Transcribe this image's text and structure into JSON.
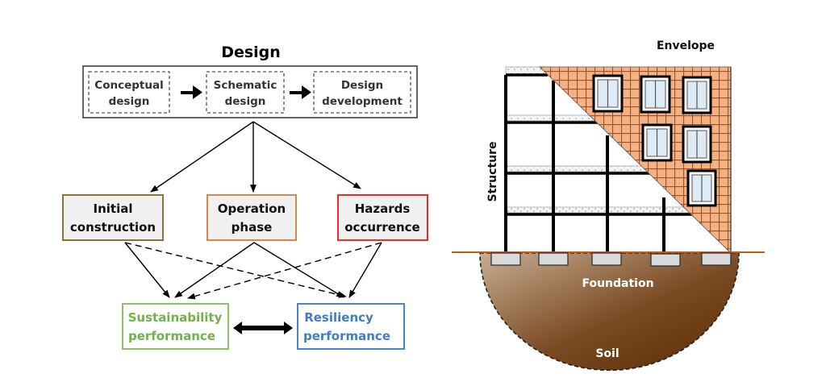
{
  "left_panel": {
    "title": "Design",
    "design_stages": [
      {
        "line1": "Conceptual",
        "line2": "design"
      },
      {
        "line1": "Schematic",
        "line2": "design"
      },
      {
        "line1": "Design",
        "line2": "development"
      }
    ],
    "phases": [
      {
        "line1": "Initial",
        "line2": "construction",
        "border_color": "#8B7530"
      },
      {
        "line1": "Operation",
        "line2": "phase",
        "border_color": "#D9854F"
      },
      {
        "line1": "Hazards",
        "line2": "occurrence",
        "border_color": "#EE2A2A"
      }
    ],
    "outcomes": [
      {
        "line1": "Sustainability",
        "line2": "performance",
        "color": "#6FB24C"
      },
      {
        "line1": "Resiliency",
        "line2": "performance",
        "color": "#3F7EC2"
      }
    ]
  },
  "right_panel": {
    "envelope_label": "Envelope",
    "structure_label": "Structure",
    "foundation_label": "Foundation",
    "soil_label": "Soil",
    "colors": {
      "envelope_fill": "#F4B183",
      "envelope_grid": "#8B4513",
      "window_glass": "#DDEBF7",
      "soil_light": "#B08E6E",
      "soil_dark": "#5C2C06",
      "ground_line": "#C55A11",
      "footing": "#D9D9D9"
    }
  }
}
